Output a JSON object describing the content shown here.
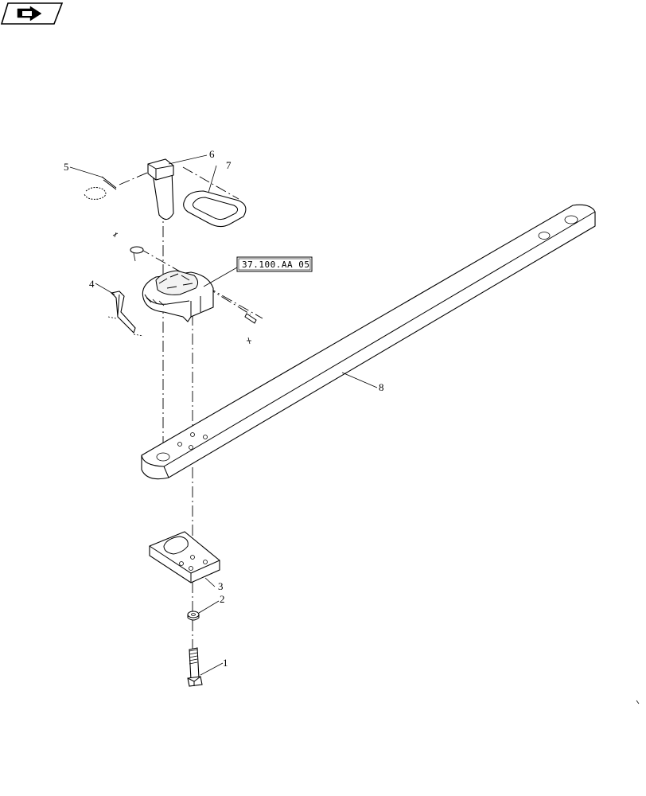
{
  "nav_icon": "page-navigation-icon",
  "reference_label": "37.100.AA 05",
  "callouts": [
    {
      "id": "1",
      "part": "hex-bolt"
    },
    {
      "id": "2",
      "part": "washer"
    },
    {
      "id": "3",
      "part": "support-plate"
    },
    {
      "id": "4",
      "part": "latch-handle"
    },
    {
      "id": "5",
      "part": "spring-clip-pin"
    },
    {
      "id": "6",
      "part": "hitch-pin"
    },
    {
      "id": "7",
      "part": "retainer-loop"
    },
    {
      "id": "8",
      "part": "drawbar"
    }
  ]
}
